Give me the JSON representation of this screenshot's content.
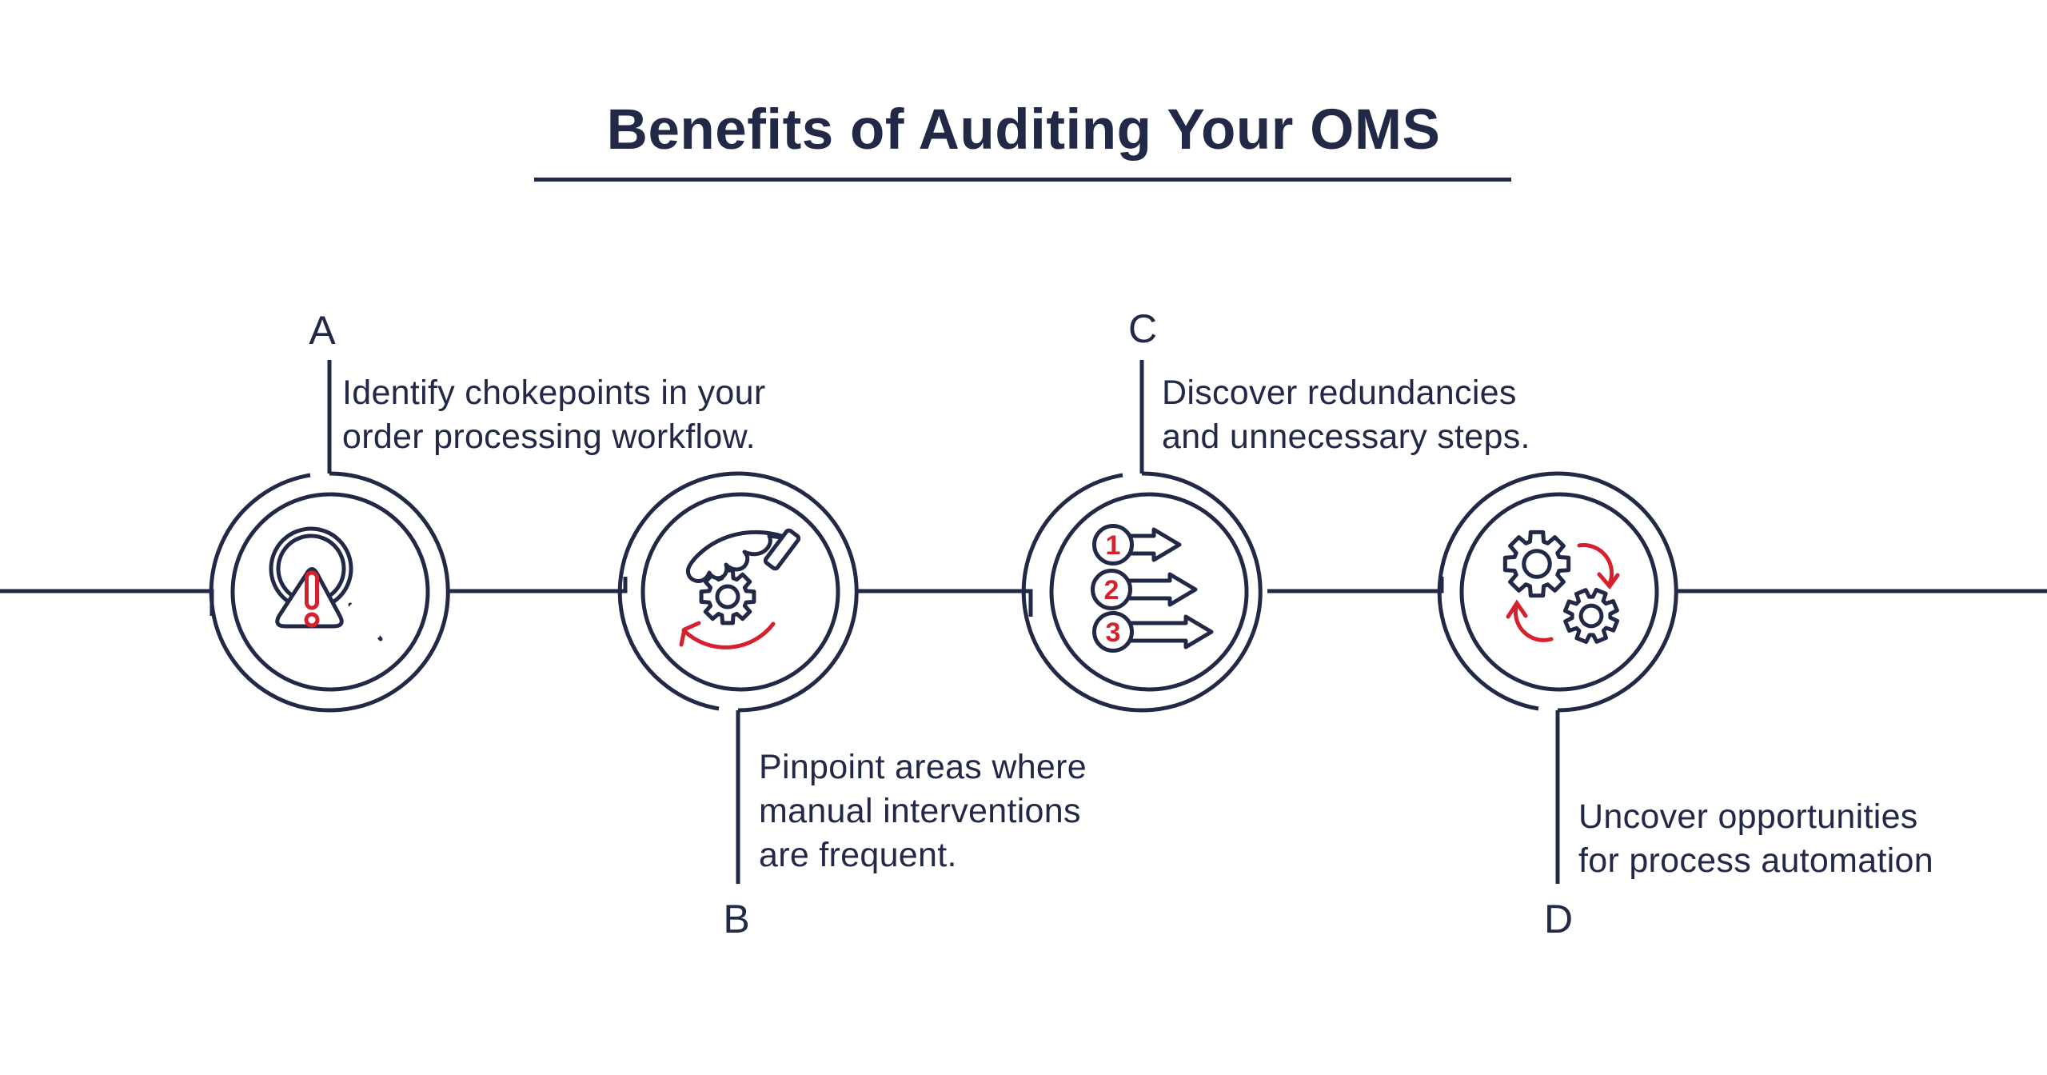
{
  "title": "Benefits of Auditing Your OMS",
  "benefits": [
    {
      "label": "A",
      "icon": "magnifier-warning-icon",
      "lines": [
        "Identify chokepoints in your",
        "order processing workflow."
      ]
    },
    {
      "label": "B",
      "icon": "hand-gear-icon",
      "lines": [
        "Pinpoint areas where",
        "manual interventions",
        "are frequent."
      ]
    },
    {
      "label": "C",
      "icon": "numbered-arrows-icon",
      "steps": [
        "1",
        "2",
        "3"
      ],
      "lines": [
        "Discover redundancies",
        "and unnecessary steps."
      ]
    },
    {
      "label": "D",
      "icon": "gears-rotation-icon",
      "lines": [
        "Uncover opportunities",
        "for process automation"
      ]
    }
  ],
  "colors": {
    "navy": "#222947",
    "red": "#d6202e",
    "background": "#ffffff"
  }
}
